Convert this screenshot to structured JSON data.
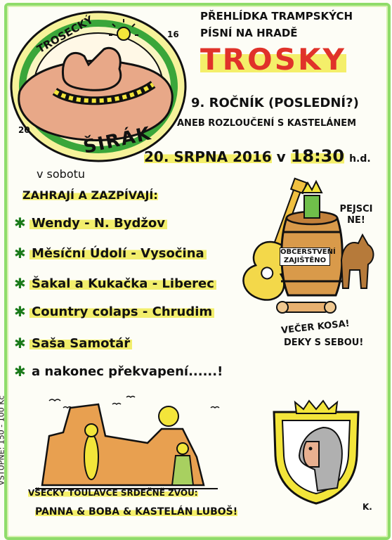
{
  "badge": {
    "top_text": "TROSECKÝ",
    "bottom_text": "ŠIRÁK",
    "year_left": "20",
    "year_right": "16"
  },
  "header": {
    "line1": "PŘEHLÍDKA TRAMPSKÝCH",
    "line2": "PÍSNÍ NA HRADĚ",
    "venue": "TROSKY",
    "edition": "9. ROČNÍK (POSLEDNÍ?)",
    "subtitle": "ANEB ROZLOUČENÍ S KASTELÁNEM"
  },
  "date": {
    "day_date": "20. SRPNA 2016",
    "v": "v",
    "time": "18:30",
    "time_suffix": "h.d."
  },
  "weekday": "v sobotu",
  "lineup_heading": "ZAHRAJÍ A ZAZPÍVAJÍ:",
  "acts": [
    "Wendy - N. Bydžov",
    "Měsíční Údolí - Vysočina",
    "Šakal a Kukačka - Liberec",
    "Country colaps - Chrudim",
    "Saša Samotář",
    "a nakonec překvapení......!"
  ],
  "barrel_sign": "OBČERSTVENÍ ZAJIŠTĚNO",
  "dog_bubble": "PEJSCI NE!",
  "bring_text_1": "VEČER KOSA!",
  "bring_text_2": "DEKY S SEBOU!",
  "entry_fee": "VSTUPNÉ: 150 - 100 Kč",
  "invite_line1": "VŠECKY TOULAVCE SRDEČNĚ ZVOU:",
  "invite_line2": "PANNA & BOBA & KASTELÁN LUBOŠ!",
  "signature": "K.",
  "colors": {
    "border_green": "#8fdc6a",
    "venue_red": "#e0322a",
    "highlight_yellow": "#f4ef6a",
    "hat_pink": "#e8a888",
    "badge_green": "#3aa63a",
    "star_green": "#1a7a1a",
    "rock_orange": "#e8a050"
  }
}
